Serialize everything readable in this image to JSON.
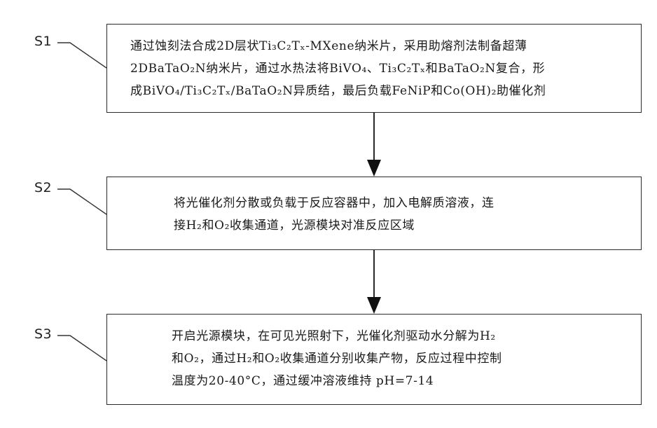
{
  "steps": [
    {
      "label": "S1",
      "lines": [
        "通过蚀刻法合成2D层状Ti₃C₂Tₓ-MXene纳米片，采用助熔剂法制备超薄",
        "2DBaTaO₂N纳米片，通过水热法将BiVO₄、Ti₃C₂Tₓ和BaTaO₂N复合，形",
        "成BiVO₄/Ti₃C₂Tₓ/BaTaO₂N异质结，最后负载FeNiP和Co(OH)₂助催化剂"
      ]
    },
    {
      "label": "S2",
      "lines": [
        "将光催化剂分散或负载于反应容器中，加入电解质溶液，连",
        "接H₂和O₂收集通道，光源模块对准反应区域"
      ]
    },
    {
      "label": "S3",
      "lines": [
        "开启光源模块，在可见光照射下，光催化剂驱动水分解为H₂",
        "和O₂，通过H₂和O₂收集通道分别收集产物，反应过程中控制",
        "温度为20-40°C，通过缓冲溶液维持 pH=7-14"
      ]
    }
  ]
}
